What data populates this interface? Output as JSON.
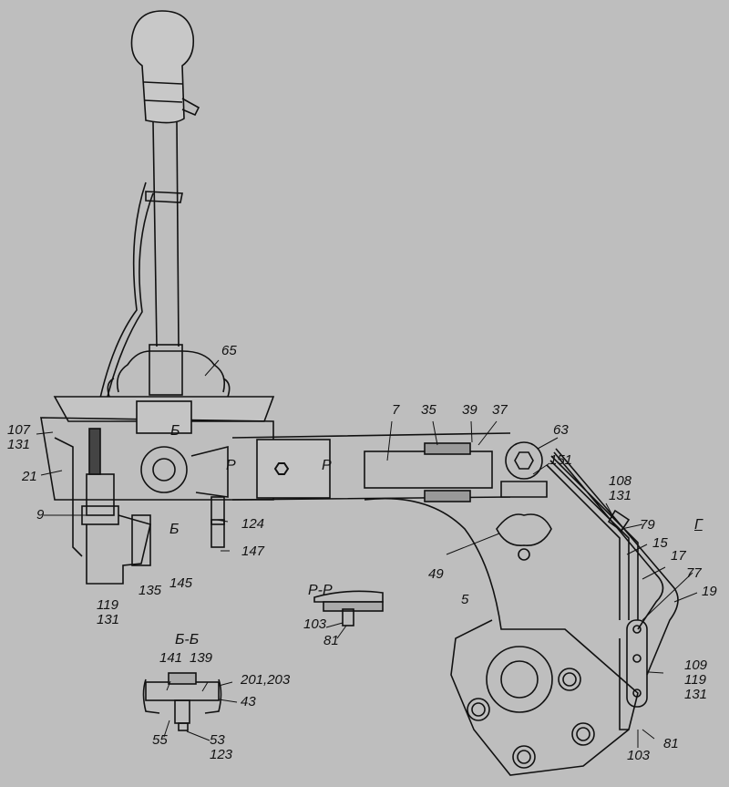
{
  "diagram": {
    "section_labels": {
      "b_b": "Б-Б",
      "r_r": "Р-Р",
      "g": "Г",
      "b": "Б",
      "r": "Р"
    },
    "callouts": {
      "c65": "65",
      "c107": "107",
      "c131a": "131",
      "c21": "21",
      "c9": "9",
      "c119a": "119",
      "c131b": "131",
      "c135": "135",
      "c145": "145",
      "c124": "124",
      "c147": "147",
      "c7": "7",
      "c35": "35",
      "c39": "39",
      "c37": "37",
      "c63": "63",
      "c151": "151",
      "c108": "108",
      "c131c": "131",
      "c79": "79",
      "c15": "15",
      "c17": "17",
      "c77": "77",
      "c19": "19",
      "c49": "49",
      "c5": "5",
      "c103a": "103",
      "c81a": "81",
      "c141": "141",
      "c139": "139",
      "c201": "201,203",
      "c43": "43",
      "c55": "55",
      "c53": "53",
      "c123": "123",
      "c109": "109",
      "c119b": "119",
      "c131d": "131",
      "c81b": "81",
      "c103b": "103"
    }
  }
}
